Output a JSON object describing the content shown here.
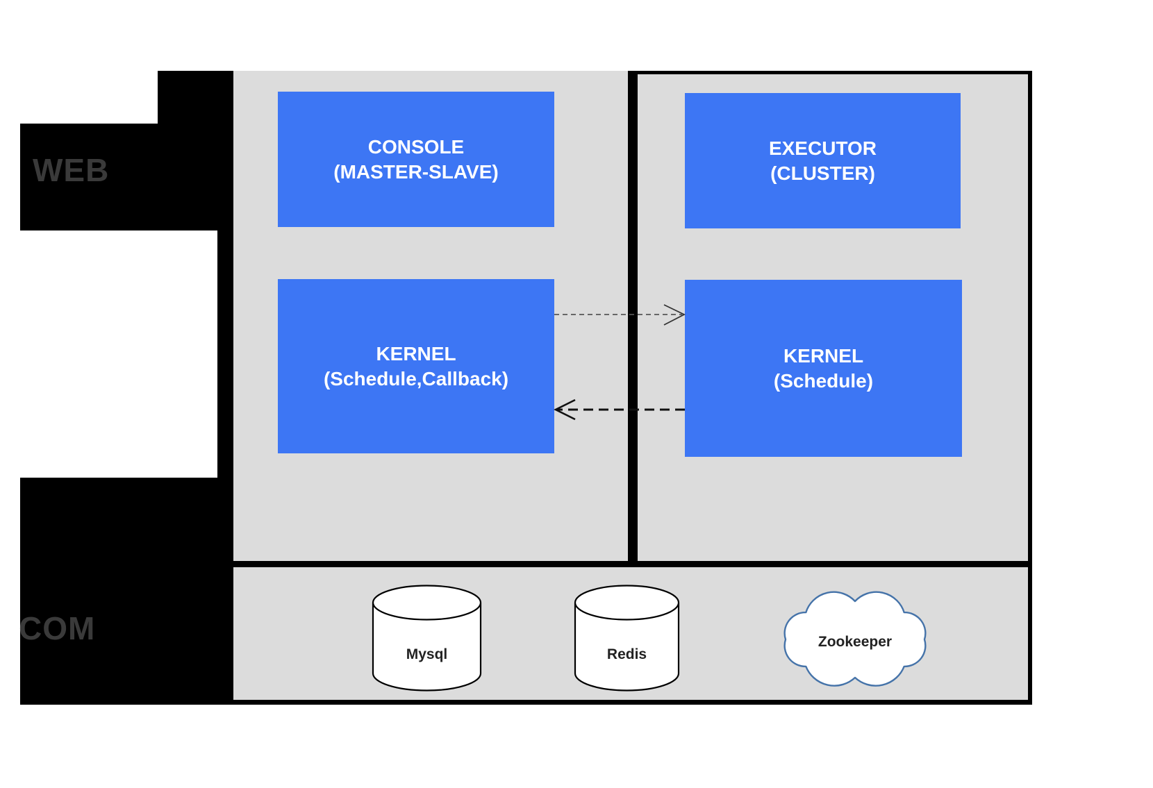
{
  "diagram": {
    "zones": {
      "web": {
        "label": "WEB"
      },
      "com": {
        "label": "COM"
      }
    },
    "nodes": {
      "console": {
        "line1": "CONSOLE",
        "line2": "(MASTER-SLAVE)"
      },
      "executor": {
        "line1": "EXECUTOR",
        "line2": "(CLUSTER)"
      },
      "kernel_web": {
        "line1": "KERNEL",
        "line2": "(Schedule,Callback)"
      },
      "kernel_com": {
        "line1": "KERNEL",
        "line2": "(Schedule)"
      }
    },
    "datastores": {
      "mysql": {
        "label": "Mysql",
        "shape": "cylinder"
      },
      "redis": {
        "label": "Redis",
        "shape": "cylinder"
      },
      "zookeeper": {
        "label": "Zookeeper",
        "shape": "cloud"
      }
    },
    "connections": [
      {
        "from": "KERNEL (Schedule,Callback)",
        "to": "KERNEL (Schedule)",
        "style": "dashed-arrow",
        "direction": "left-to-right"
      },
      {
        "from": "KERNEL (Schedule)",
        "to": "KERNEL (Schedule,Callback)",
        "style": "dashed-arrow",
        "direction": "right-to-left"
      }
    ],
    "colors": {
      "node_blue": "#3d76f4",
      "panel_gray": "#dcdcdc",
      "frame_black": "#000000",
      "zone_label_gray": "#3a3a3a",
      "cloud_stroke_blue": "#4573a9"
    }
  }
}
